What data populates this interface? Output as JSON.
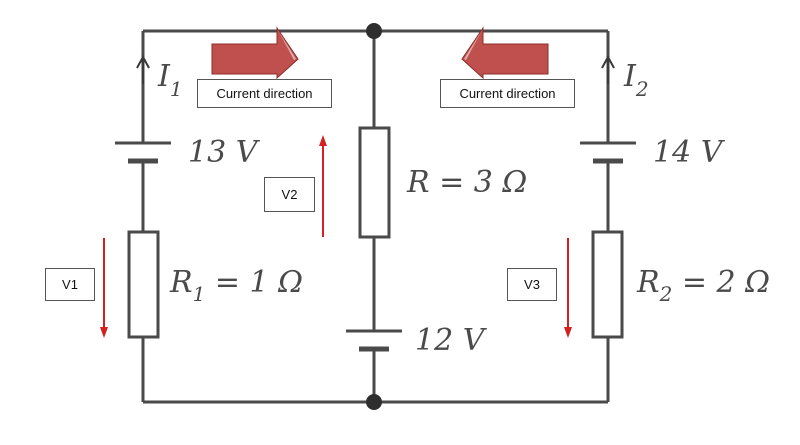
{
  "labels": {
    "i1": {
      "symbol": "I",
      "sub": "1"
    },
    "i2": {
      "symbol": "I",
      "sub": "2"
    },
    "emf1": "13 V",
    "emf2": "14 V",
    "emf3": "12 V",
    "r_mid": "R = 3 Ω",
    "r1": {
      "symbol": "R",
      "sub": "1",
      "rest": " = 1 Ω"
    },
    "r2": {
      "symbol": "R",
      "sub": "2",
      "rest": " = 2 Ω"
    }
  },
  "annotations": {
    "current_left": "Current direction",
    "current_right": "Current direction",
    "v1": "V1",
    "v2": "V2",
    "v3": "V3"
  },
  "colors": {
    "wire": "#4a4a4a",
    "component_fill": "#ffffff",
    "voltage_arrow": "#d42020",
    "block_arrow": "#c0504d",
    "block_arrow_edge": "#8c2c2a"
  }
}
